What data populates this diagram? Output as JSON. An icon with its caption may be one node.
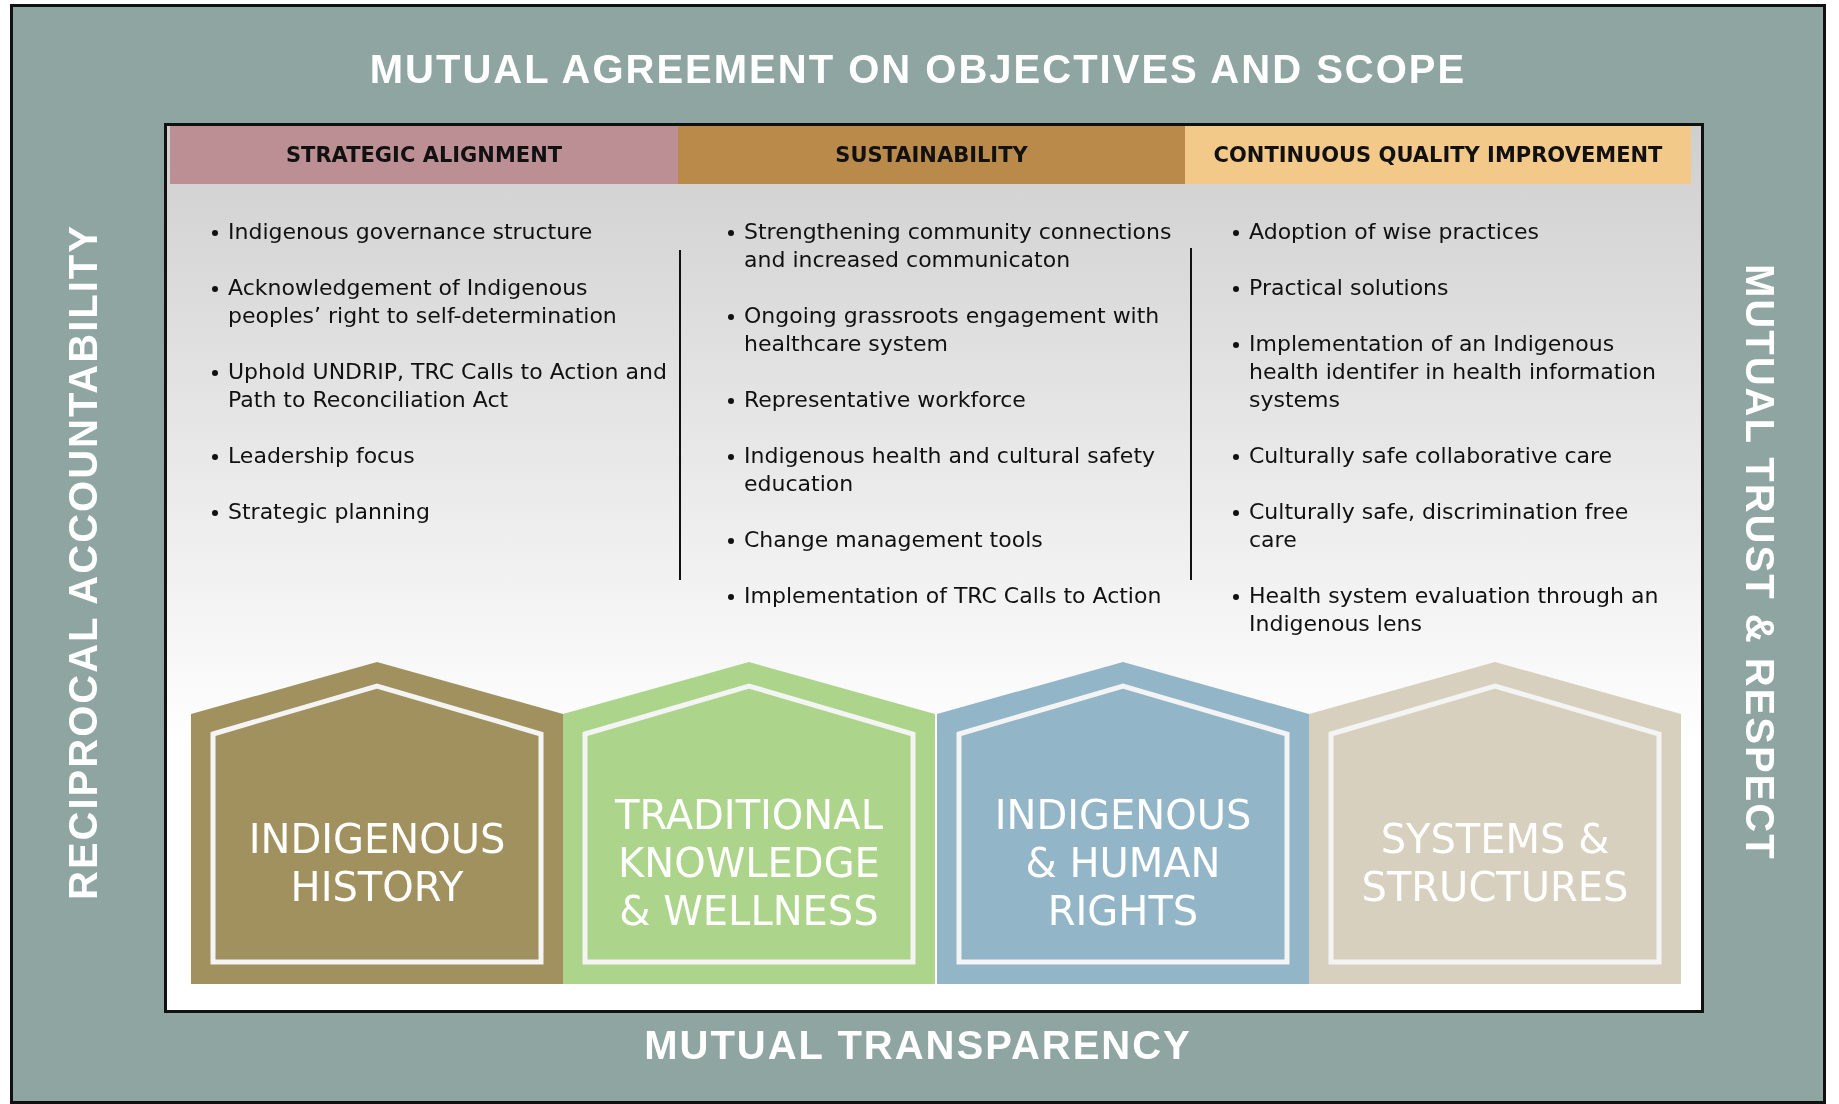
{
  "diagram": {
    "nodes": [
      {
        "text": [
          "MUTUAL AGREEMENT ON OBJECTIVES AND SCOPE",
          "RECIPROCAL ACCOUNTABILITY",
          "MUTUAL TRUST & RESPECT",
          "MUTUAL TRANSPARENCY"
        ]
      },
      {
        "text": [
          "STRATEGIC ALIGNMENT",
          "Indigenous governance structure",
          "Acknowledgement of Indigenous peoples’ right to self-determination",
          "Uphold UNDRIP, TRC Calls to Action and Path to Reconciliation Act",
          "Leadership focus",
          "Strategic planning"
        ],
        "in": 0
      },
      {
        "text": [
          "SUSTAINABILITY",
          "Strengthening community connections and increased communicaton",
          "Ongoing grassroots engagement with healthcare system",
          "Representative workforce",
          "Indigenous health and cultural safety education",
          "Change management tools",
          "Implementation of TRC Calls to Action"
        ],
        "in": 0
      },
      {
        "text": [
          "CONTINUOUS QUALITY IMPROVEMENT",
          "Adoption of wise practices",
          "Practical solutions",
          "Implementation of an Indigenous health identifer in health information systems",
          "Culturally safe collaborative care",
          "Culturally safe, discrimination free care",
          "Health system evaluation through an Indigenous lens"
        ],
        "in": 0
      },
      {
        "text": [
          "INDIGENOUS HISTORY"
        ],
        "in": 0
      },
      {
        "text": [
          "TRADITIONAL KNOWLEDGE & WELLNESS"
        ],
        "in": 0
      },
      {
        "text": [
          "INDIGENOUS & HUMAN RIGHTS"
        ],
        "in": 0
      },
      {
        "text": [
          "SYSTEMS & STRUCTURES"
        ],
        "in": 0
      }
    ],
    "edges": []
  }
}
